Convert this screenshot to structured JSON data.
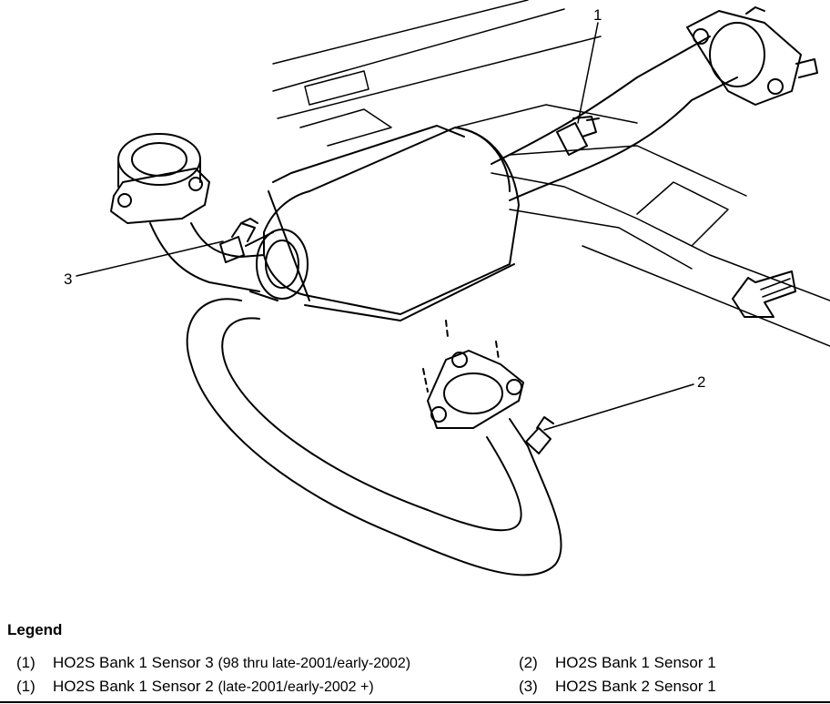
{
  "diagram": {
    "callouts": [
      "1",
      "2",
      "3"
    ]
  },
  "legend": {
    "title": "Legend",
    "items": [
      {
        "num": "(1)",
        "label": "HO2S Bank 1 Sensor 3",
        "note": "(98 thru late-2001/early-2002)"
      },
      {
        "num": "(2)",
        "label": "HO2S Bank 1 Sensor 1",
        "note": ""
      },
      {
        "num": "(1)",
        "label": "HO2S Bank 1 Sensor 2",
        "note": "(late-2001/early-2002 +)"
      },
      {
        "num": "(3)",
        "label": "HO2S Bank 2 Sensor 1",
        "note": ""
      }
    ]
  }
}
